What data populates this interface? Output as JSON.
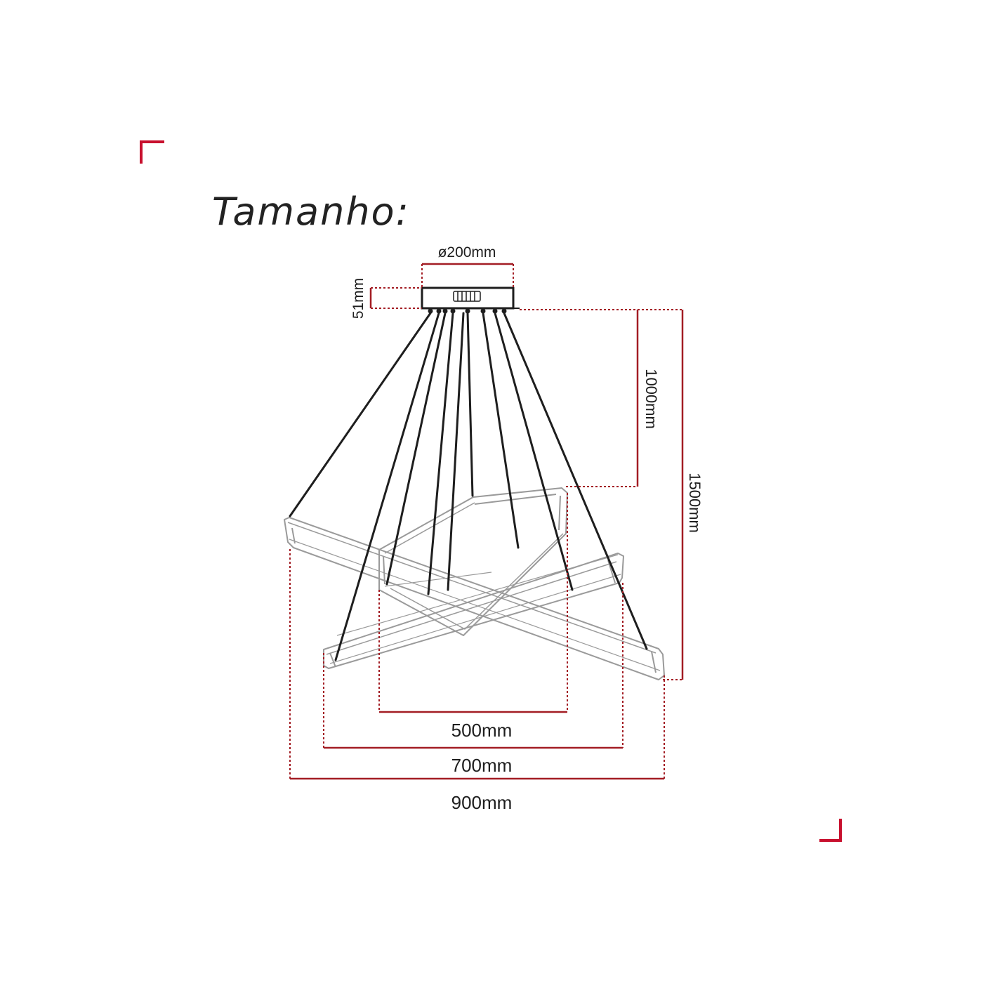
{
  "title": "Tamanho:",
  "dimensions": {
    "canopy_diameter": "ø200mm",
    "canopy_height": "51mm",
    "upper_drop": "1000mm",
    "total_drop": "1500mm",
    "small_ring": "500mm",
    "medium_ring": "700mm",
    "large_ring": "900mm"
  },
  "colors": {
    "accent": "#c8102e",
    "dimension_line": "#a31d24",
    "line": "#1e1e1e",
    "ring_outline": "#9a9a9a"
  }
}
